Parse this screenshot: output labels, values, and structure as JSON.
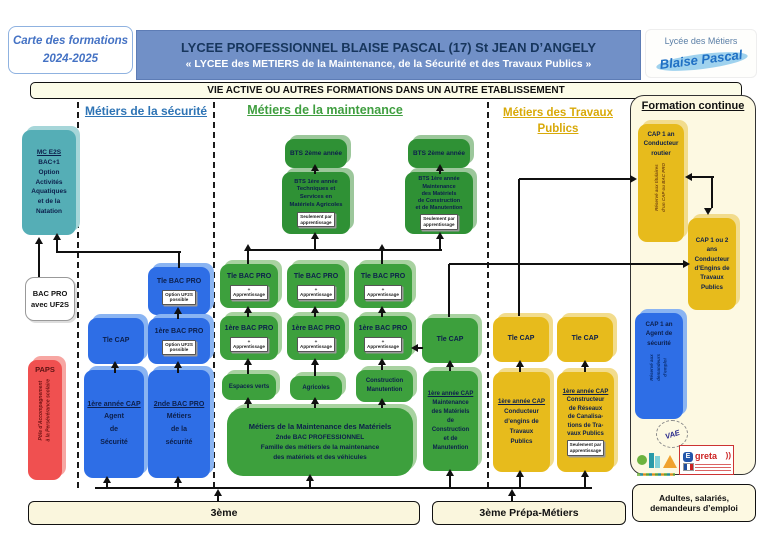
{
  "header": {
    "carte": "Carte des formations\n2024-2025",
    "title": "LYCEE PROFESSIONNEL BLAISE PASCAL (17) St JEAN D’ANGELY",
    "subtitle": "« LYCEE des METIERS de la Maintenance, de la Sécurité et des Travaux Publics »",
    "logo_top": "Lycée des Métiers",
    "logo_script": "Blaise Pascal"
  },
  "banner": "VIE ACTIVE OU AUTRES FORMATIONS DANS UN AUTRE ETABLISSEMENT",
  "columns": {
    "securite": "Métiers de la sécurité",
    "maintenance": "Métiers de la maintenance",
    "travaux": "Métiers des Travaux\nPublics",
    "formation_continue": "Formation continue"
  },
  "notes": {
    "option_uf2s": "Option UF2S\npossible",
    "apprentissage": "+\nApprentissage",
    "seulement": "Seulement par\napprentissage"
  },
  "securite": {
    "mc_label": "MC E2S",
    "mc_body": "BAC+1\nOption\nActivités\nAquatiques\net de la\nNatation",
    "bacpro_uf2s": "BAC PRO\navec UF2S",
    "paps": "PAPS",
    "paps_vert": "Pôle d’Accompagnement\nà la Persévérance scolaire",
    "tle_bac_pro": "Tle BAC PRO",
    "tle_cap": "Tle CAP",
    "premiere_bac_pro": "1ère BAC PRO",
    "cap1_label": "1ère année CAP",
    "cap1_body": "Agent\nde\nSécurité",
    "seconde_label": "2nde BAC PRO",
    "seconde_body": "Métiers\nde la\nsécurité"
  },
  "maintenance": {
    "bts2": "BTS 2ème année",
    "bts1_agri": "BTS 1ère année\nTechniques et\nServices en\nMatériels Agricoles",
    "bts1_constr": "BTS 1ère année\nMaintenance\ndes Matériels\nde Construction\net de Manutention",
    "tle_bac_pro": "Tle BAC PRO",
    "premiere_bac_pro": "1ère BAC PRO",
    "tle_cap": "Tle CAP",
    "espaces": "Espaces verts",
    "agricoles": "Agricoles",
    "construction": "Construction\nManutention",
    "big_title": "Métiers de la Maintenance des Matériels",
    "big_line2": "2nde BAC PROFESSIONNEL",
    "big_line3": "Famille des métiers de la maintenance\ndes matériels et des véhicules",
    "cap1_label": "1ère année CAP",
    "cap1_body": "Maintenance\ndes Matériels\nde\nConstruction\net de\nManutention"
  },
  "travaux": {
    "tle_cap": "Tle CAP",
    "cap_engins_label": "1ère année CAP",
    "cap_engins_body": "Conducteur\nd’engins de\nTravaux\nPublics",
    "cap_reseaux_label": "1ère année CAP",
    "cap_reseaux_body": "Constructeur\nde Réseaux\nde Canalisa-\ntions de Tra-\nvaux Publics"
  },
  "formation_continue": {
    "routier": "CAP 1 an\nConducteur\nroutier",
    "routier_vert": "Réservé aux titulaires\nd’un CAP ou BAC PRO",
    "engins": "CAP 1 ou 2\nans\nConducteur\nd’Engins de\nTravaux\nPublics",
    "agent": "CAP 1 an\nAgent de\nsécurité",
    "agent_vert": "Réservé aux\ndemandeurs\nd’emploi",
    "vae": "VAE",
    "greta": "greta"
  },
  "bottom": {
    "troisieme": "3ème",
    "prepa": "3ème Prépa-Métiers",
    "adultes": "Adultes, salariés,\ndemandeurs d’emploi"
  },
  "colors": {
    "header_bar": "#7190c7",
    "blue_box": "#2e6ee6",
    "green_box": "#3da03d",
    "yellow_box": "#e7bb1c",
    "teal_box": "#55aeb6",
    "red_box": "#f05050",
    "cream": "#fdf9e2"
  }
}
